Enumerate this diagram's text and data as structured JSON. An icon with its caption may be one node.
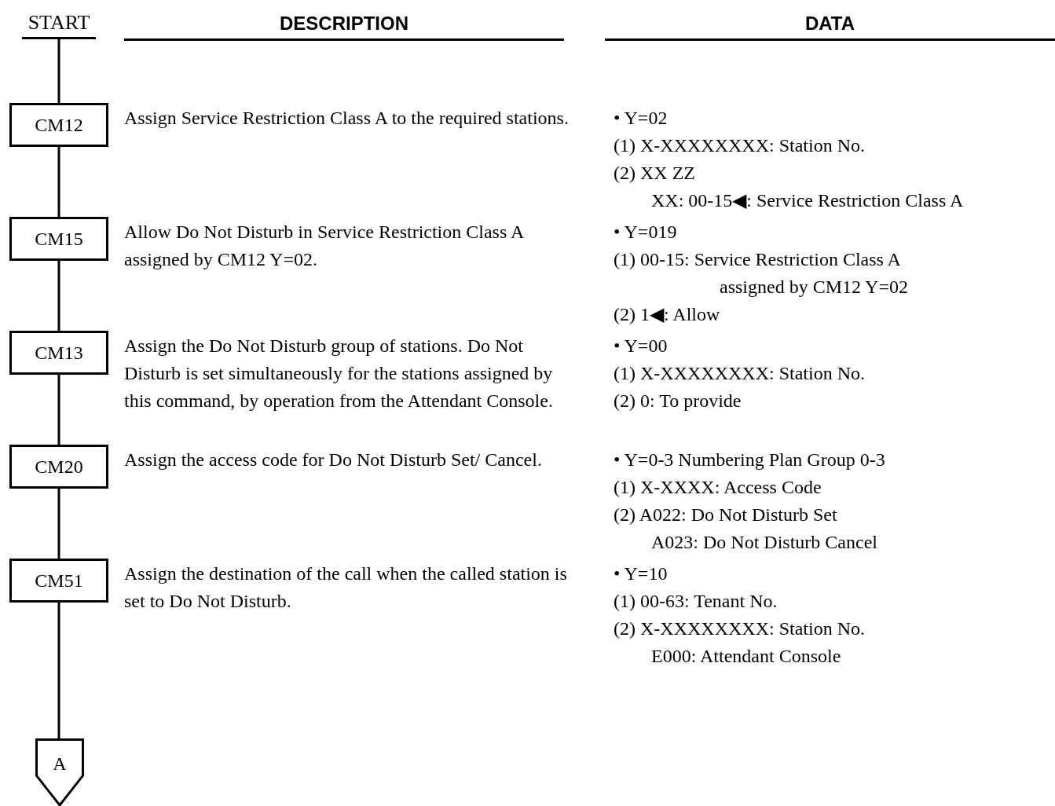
{
  "diagram": {
    "nodes": [
      {
        "text": [
          "START"
        ]
      },
      {
        "text": [
          "CM12"
        ],
        "beside": [
          "Assign Service Restriction Class A to the required stations.",
          "• Y=02",
          "(1) X-XXXXXXXX: Station No.",
          "(2) XX ZZ",
          "XX: 00-15◀: Service Restriction Class A"
        ]
      },
      {
        "text": [
          "CM15"
        ],
        "beside": [
          "Allow Do Not Disturb in Service Restriction Class A assigned by CM12 Y=02.",
          "• Y=019",
          "(1) 00-15: Service Restriction Class A assigned by CM12 Y=02",
          "(2) 1◀: Allow"
        ]
      },
      {
        "text": [
          "CM13"
        ],
        "beside": [
          "Assign the Do Not Disturb group of stations. Do Not Disturb is set simultaneously for the stations assigned by this command, by operation from the Attendant Console.",
          "• Y=00",
          "(1) X-XXXXXXXX: Station No.",
          "(2) 0: To provide"
        ]
      },
      {
        "text": [
          "CM20"
        ],
        "beside": [
          "Assign the access code for Do Not Disturb Set/ Cancel.",
          "• Y=0-3 Numbering Plan Group 0-3",
          "(1) X-XXXX: Access Code",
          "(2) A022: Do Not Disturb Set",
          "A023: Do Not Disturb Cancel"
        ]
      },
      {
        "text": [
          "CM51"
        ],
        "beside": [
          "Assign the destination of the call when the called station is set to Do Not Disturb.",
          "• Y=10",
          "(1) 00-63: Tenant No.",
          "(2) X-XXXXXXXX: Station No.",
          "E000: Attendant Console"
        ]
      },
      {
        "text": [
          "A"
        ]
      }
    ],
    "edges": [
      {
        "from": 0,
        "to": 1,
        "arrow": "none"
      },
      {
        "from": 1,
        "to": 2,
        "arrow": "none"
      },
      {
        "from": 2,
        "to": 3,
        "arrow": "none"
      },
      {
        "from": 3,
        "to": 4,
        "arrow": "none"
      },
      {
        "from": 4,
        "to": 5,
        "arrow": "none"
      },
      {
        "from": 5,
        "to": 6,
        "arrow": "none"
      }
    ],
    "labels": [
      "DESCRIPTION",
      "DATA"
    ]
  }
}
